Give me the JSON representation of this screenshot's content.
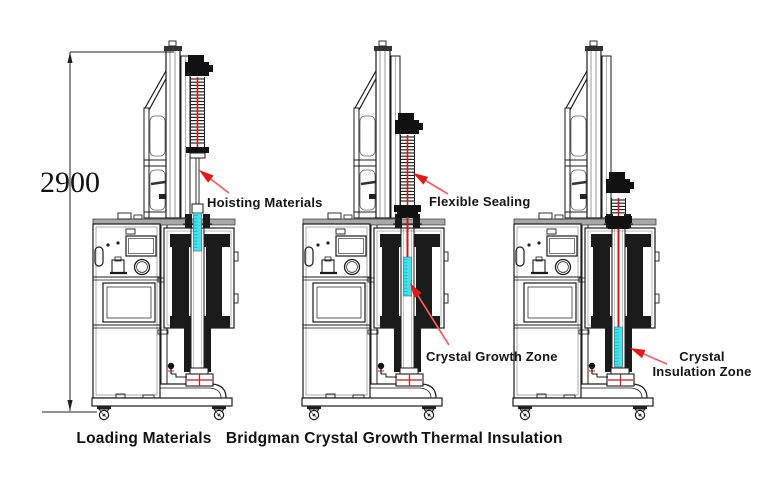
{
  "diagram": {
    "subject": "Bridgman crystal growth furnace process stages",
    "background": "#ffffff"
  },
  "dimension": {
    "height_mm": "2900"
  },
  "annotations": {
    "hoisting": "Hoisting Materials",
    "flexible_sealing": "Flexible Sealing",
    "growth_zone": "Crystal Growth Zone",
    "insulation_zone": "Crystal Insulation Zone"
  },
  "stages": [
    {
      "id": "loading",
      "caption": "Loading Materials",
      "ampoule_position": "above-furnace",
      "seal": "retracted"
    },
    {
      "id": "growth",
      "caption": "Bridgman Crystal Growth",
      "ampoule_position": "hot-zone",
      "seal": "extended"
    },
    {
      "id": "insulation",
      "caption": "Thermal Insulation",
      "ampoule_position": "insulation-zone",
      "seal": "fully-extended"
    }
  ],
  "colors": {
    "line": "#1b1b1b",
    "gray": "#a8a8a8",
    "ampoule_cyan": "#41e3ee",
    "ampoule_tick": "#17b9c9",
    "highlight_red": "#d81414",
    "arrow_red": "#e41818",
    "arrow_tail": "#ff5a5a"
  }
}
